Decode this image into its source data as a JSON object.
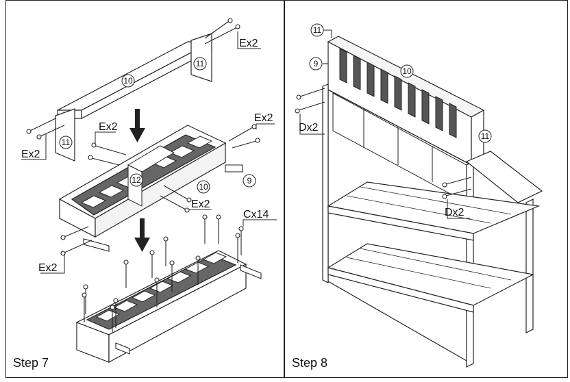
{
  "steps": [
    {
      "label": "Step 7",
      "part_numbers": {
        "top_board": "10",
        "side_board": "11",
        "side_board_left": "11",
        "shelf_board": "10",
        "slat_piece": "12",
        "rail": "9"
      },
      "screw_labels": {
        "top_right": "Ex2",
        "top_left": "Ex2",
        "mid_left": "Ex2",
        "mid_right": "Ex2",
        "mid_lower": "Ex2",
        "bottom_left": "Ex2",
        "bottom_right": "Cx14"
      }
    },
    {
      "label": "Step 8",
      "part_numbers": {
        "top_marker": "11",
        "rail": "9",
        "panel": "10",
        "side": "11"
      },
      "screw_labels": {
        "left": "Dx2",
        "right": "Dx2"
      }
    }
  ]
}
